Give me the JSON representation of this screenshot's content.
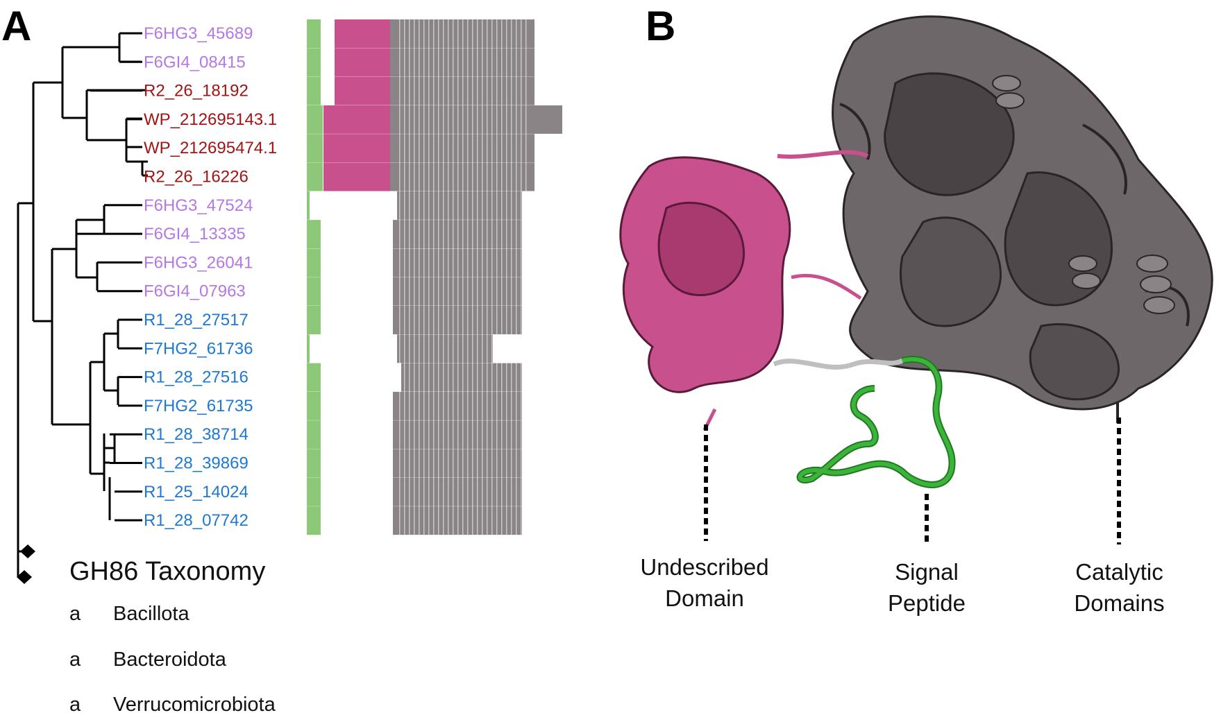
{
  "panels": {
    "a": "A",
    "b": "B"
  },
  "colors": {
    "bacillota": "#a01414",
    "bacteroidota": "#1e78d2",
    "verrucomicrobiota": "#b478e6",
    "signal_peptide": "#8cc878",
    "undescribed_domain": "#c8508c",
    "catalytic": "#8a8486",
    "tree": "#000000"
  },
  "tree": {
    "leaves": [
      {
        "label": "F6HG3_45689",
        "taxon": "verrucomicrobiota"
      },
      {
        "label": "F6GI4_08415",
        "taxon": "verrucomicrobiota"
      },
      {
        "label": "R2_26_18192",
        "taxon": "bacillota"
      },
      {
        "label": "WP_212695143.1",
        "taxon": "bacillota"
      },
      {
        "label": "WP_212695474.1",
        "taxon": "bacillota"
      },
      {
        "label": "R2_26_16226",
        "taxon": "bacillota"
      },
      {
        "label": "F6HG3_47524",
        "taxon": "verrucomicrobiota"
      },
      {
        "label": "F6GI4_13335",
        "taxon": "verrucomicrobiota"
      },
      {
        "label": "F6HG3_26041",
        "taxon": "verrucomicrobiota"
      },
      {
        "label": "F6GI4_07963",
        "taxon": "verrucomicrobiota"
      },
      {
        "label": "R1_28_27517",
        "taxon": "bacteroidota"
      },
      {
        "label": "F7HG2_61736",
        "taxon": "bacteroidota"
      },
      {
        "label": "R1_28_27516",
        "taxon": "bacteroidota"
      },
      {
        "label": "F7HG2_61735",
        "taxon": "bacteroidota"
      },
      {
        "label": "R1_28_38714",
        "taxon": "bacteroidota"
      },
      {
        "label": "R1_28_39869",
        "taxon": "bacteroidota"
      },
      {
        "label": "R1_25_14024",
        "taxon": "bacteroidota"
      },
      {
        "label": "R1_28_07742",
        "taxon": "bacteroidota"
      }
    ]
  },
  "legend": {
    "title": "GH86 Taxonomy",
    "items": [
      {
        "marker": "a",
        "label": "Bacillota",
        "taxon": "bacillota"
      },
      {
        "marker": "a",
        "label": "Bacteroidota",
        "taxon": "bacteroidota"
      },
      {
        "marker": "a",
        "label": "Verrucomicrobiota",
        "taxon": "verrucomicrobiota"
      }
    ]
  },
  "structure_labels": {
    "undescribed": [
      "Undescribed",
      "Domain"
    ],
    "signal": [
      "Signal",
      "Peptide"
    ],
    "catalytic": [
      "Catalytic",
      "Domains"
    ]
  }
}
